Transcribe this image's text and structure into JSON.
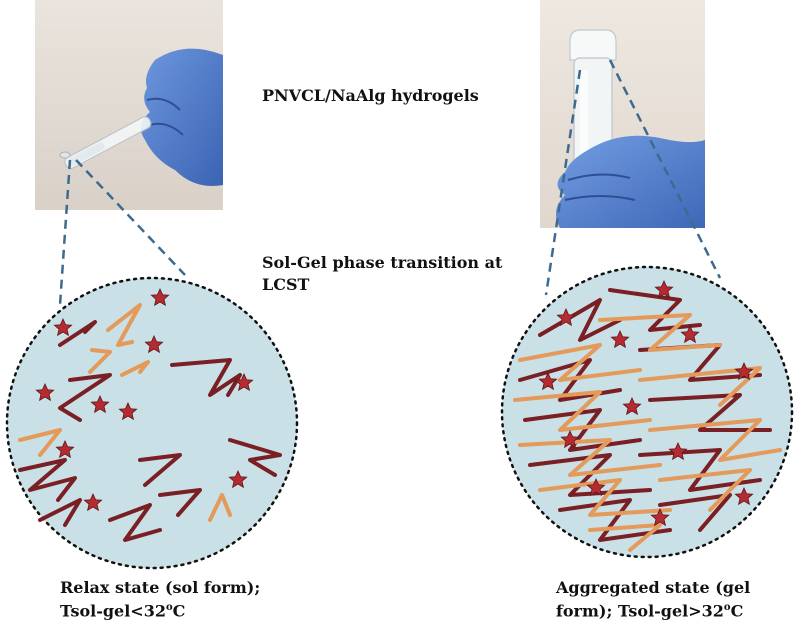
{
  "title": "PNVCL/NaAlg hydrogels",
  "transition": {
    "line1": "Sol-Gel phase transition at",
    "line2": "LCST"
  },
  "caption_left": {
    "line1": "Relax state (sol form);",
    "line2_prefix": "Tsol-gel<32",
    "line2_sup": "o",
    "line2_suffix": "C"
  },
  "caption_right": {
    "line1": "Aggregated state (gel",
    "line2_prefix": "form); Tsol-gel>32",
    "line2_sup": "o",
    "line2_suffix": "C"
  },
  "colors": {
    "circle_fill": "#c9e0e6",
    "star": "#b52b31",
    "dark_chain": "#7a1f24",
    "light_chain": "#e39a5a",
    "dashed_line": "#3d6a8f",
    "glove": "#4f7fd0"
  },
  "icons": [
    "gloved-hand-holding-vial-photo",
    "star-icon"
  ]
}
